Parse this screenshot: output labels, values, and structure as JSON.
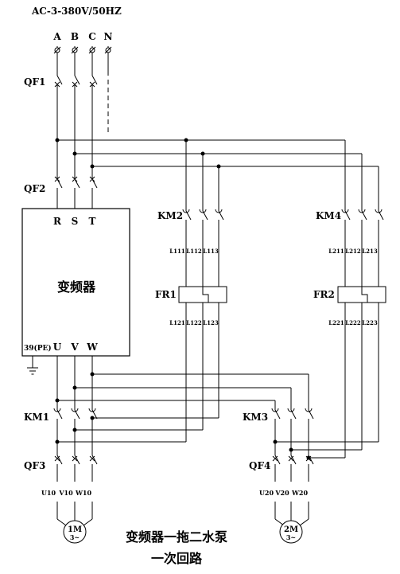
{
  "supply": "AC-3-380V/50HZ",
  "phases": [
    "A",
    "B",
    "C",
    "N"
  ],
  "breakers": {
    "qf1": "QF1",
    "qf2": "QF2",
    "qf3": "QF3",
    "qf4": "QF4"
  },
  "vfd": {
    "name": "变频器",
    "in_r": "R",
    "in_s": "S",
    "in_t": "T",
    "out_u": "U",
    "out_v": "V",
    "out_w": "W",
    "pe": "39(PE)"
  },
  "contactors": {
    "km1": "KM1",
    "km2": "KM2",
    "km3": "KM3",
    "km4": "KM4"
  },
  "relays": {
    "fr1": "FR1",
    "fr2": "FR2"
  },
  "wires_top_left": [
    "L111",
    "L112",
    "L113"
  ],
  "wires_bot_left": [
    "L121",
    "L122",
    "L123"
  ],
  "wires_top_right": [
    "L211",
    "L212",
    "L213"
  ],
  "wires_bot_right": [
    "L221",
    "L222",
    "L223"
  ],
  "motor1_terms": [
    "U10",
    "V10",
    "W10"
  ],
  "motor2_terms": [
    "U20",
    "V20",
    "W20"
  ],
  "motor1": {
    "name": "1M",
    "sub": "3~"
  },
  "motor2": {
    "name": "2M",
    "sub": "3~"
  },
  "title": {
    "line1": "变频器一拖二水泵",
    "line2": "一次回路"
  }
}
